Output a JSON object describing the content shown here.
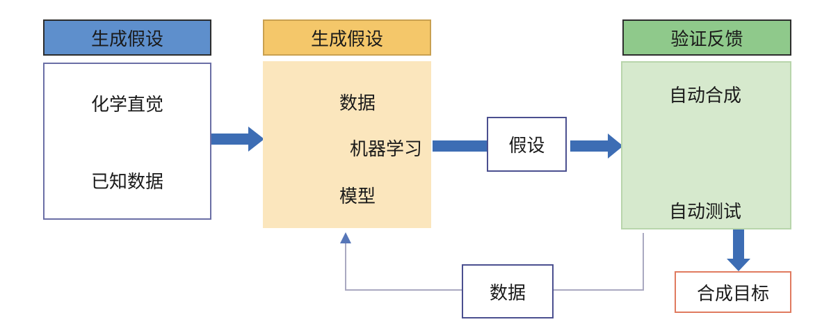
{
  "columns": [
    {
      "header": "生成假设",
      "items": [
        "化学直觉",
        "已知数据"
      ]
    },
    {
      "header": "生成假设",
      "items": [
        "数据",
        "机器学习",
        "模型"
      ]
    },
    {
      "header": "验证反馈",
      "items": [
        "自动合成",
        "自动测试"
      ]
    }
  ],
  "hypothesis_box": "假设",
  "feedback_box": "数据",
  "target_box": "合成目标",
  "colors": {
    "blue_header": "#5e8fcc",
    "yellow_header": "#f4c76a",
    "green_header": "#8fc98b",
    "arrow": "#3d6db4",
    "target_border": "#e07a5f"
  }
}
